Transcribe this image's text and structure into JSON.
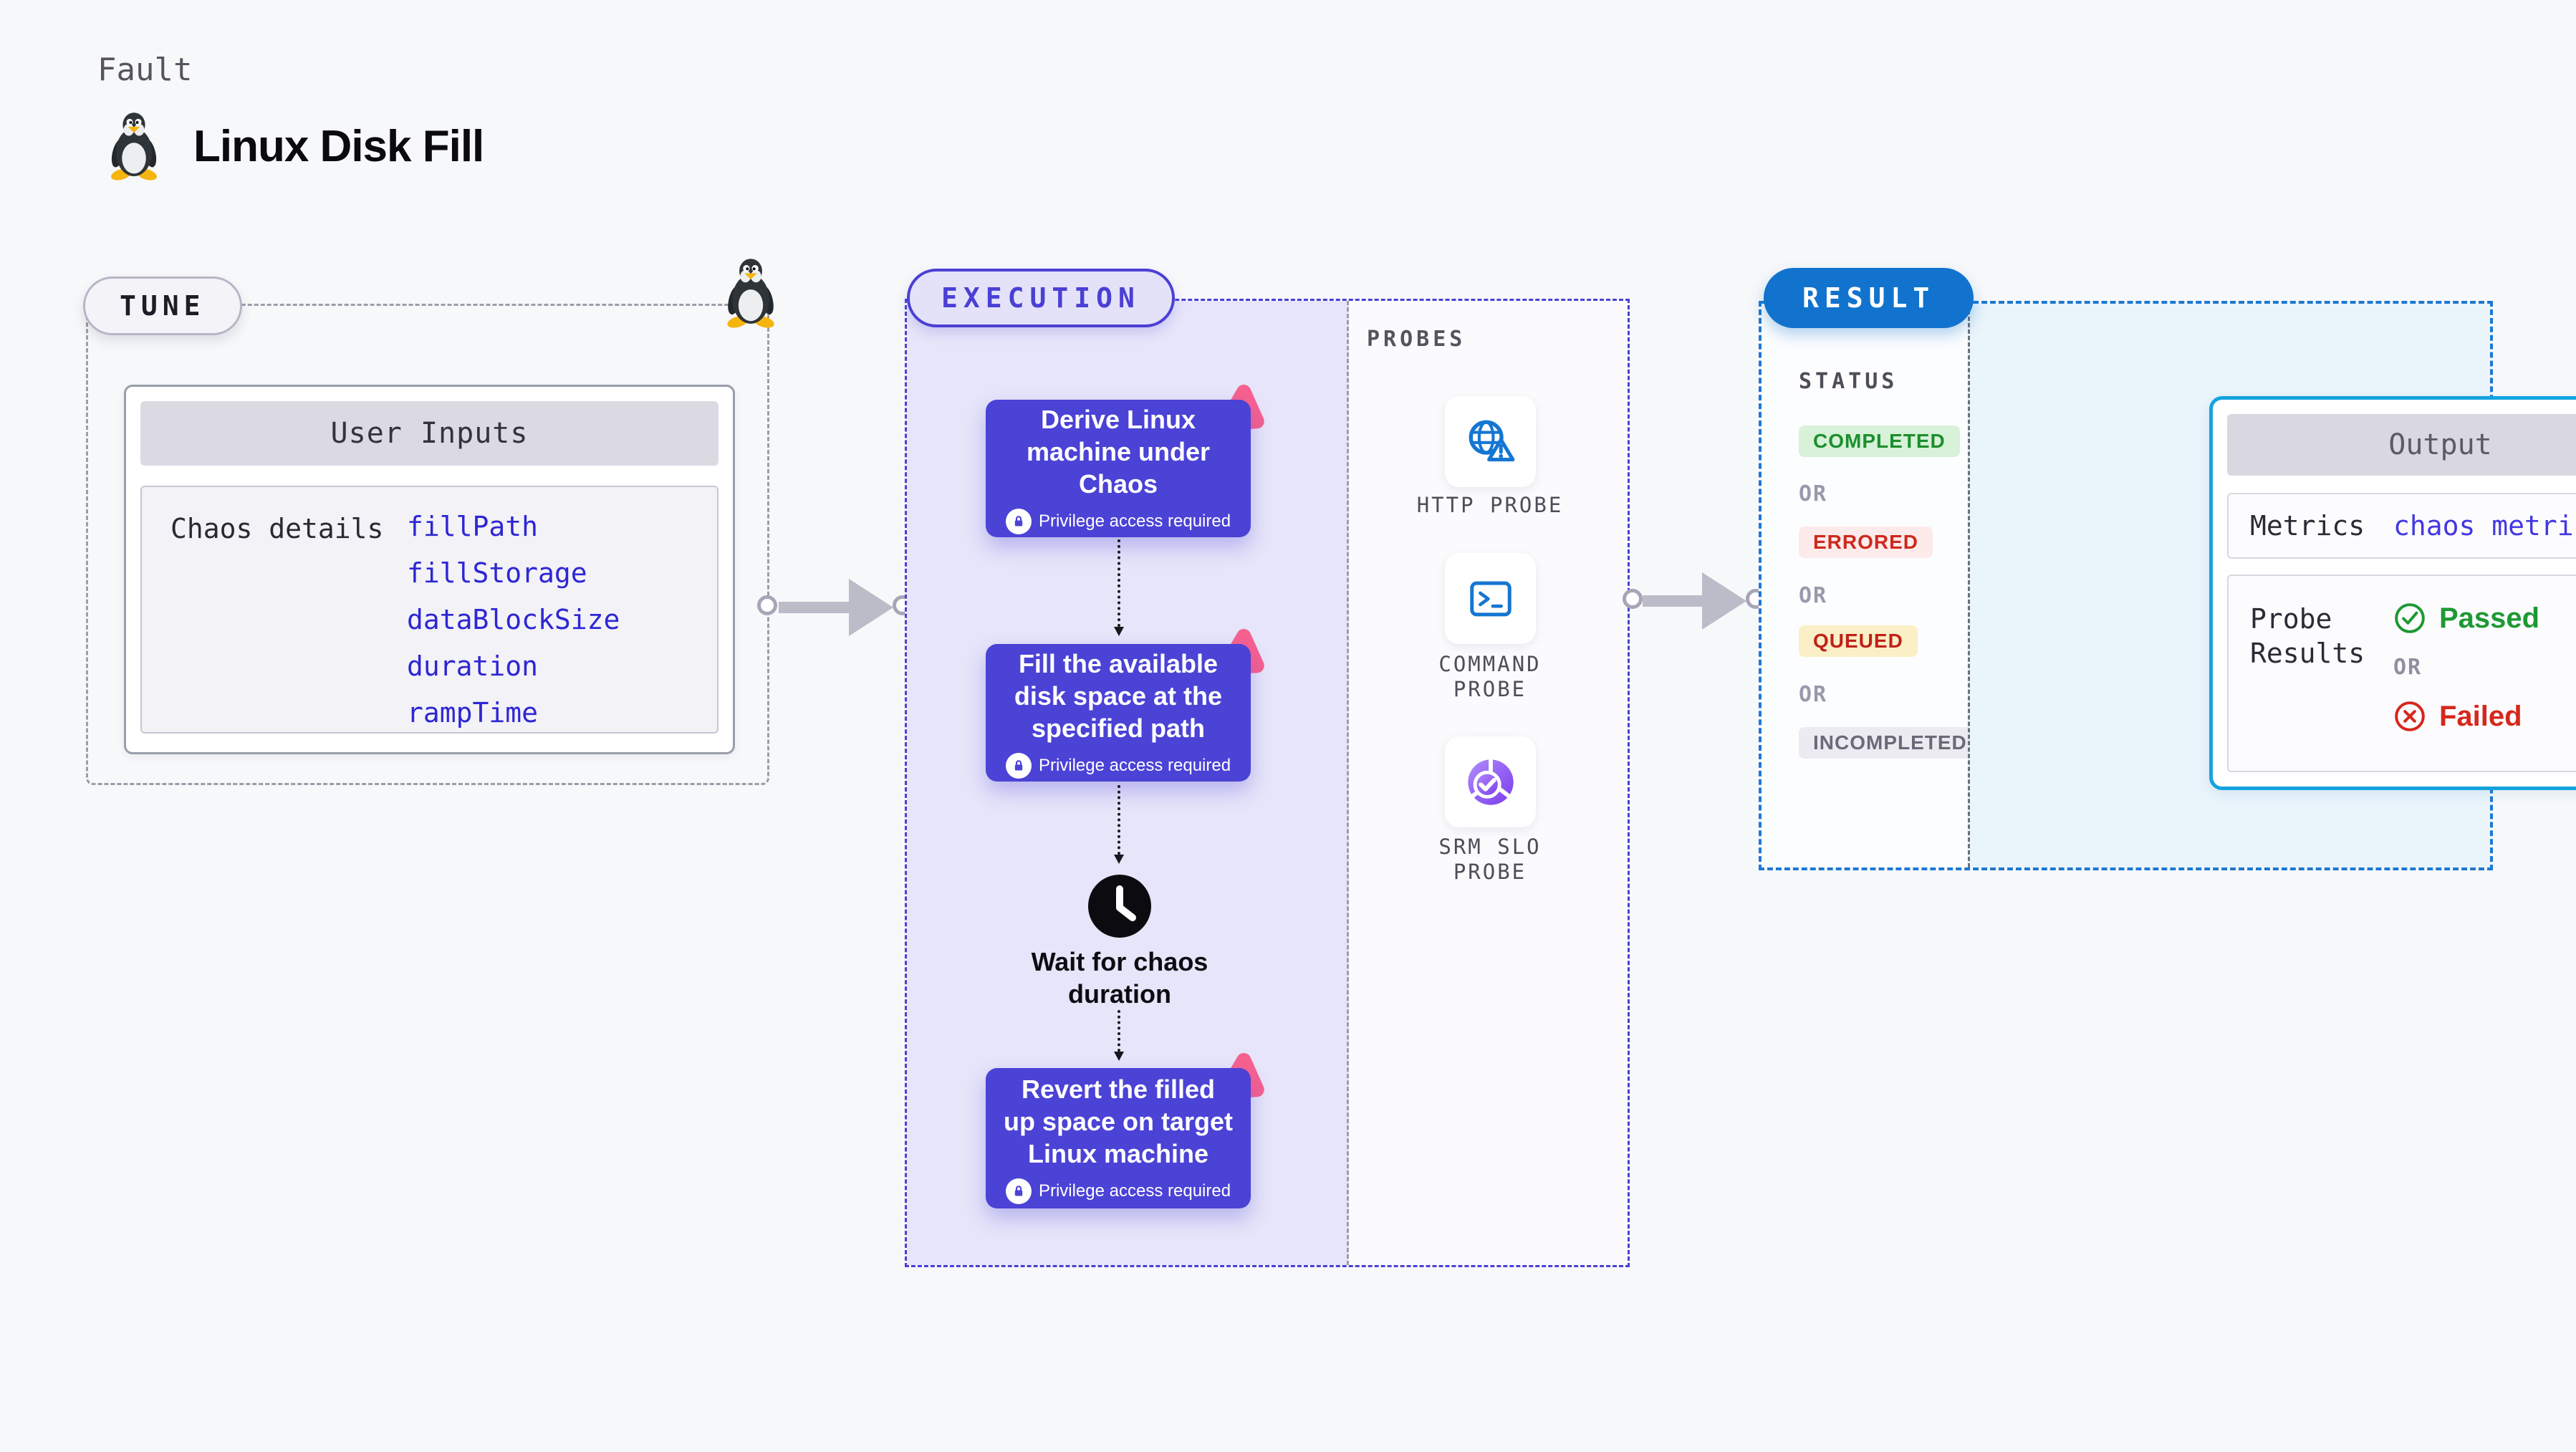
{
  "header": {
    "fault_label": "Fault",
    "title": "Linux Disk Fill"
  },
  "tune": {
    "label": "TUNE",
    "card_title": "User Inputs",
    "row_label": "Chaos details",
    "inputs": [
      "fillPath",
      "fillStorage",
      "dataBlockSize",
      "duration",
      "rampTime"
    ]
  },
  "execution": {
    "label": "EXECUTION",
    "steps": [
      {
        "text": "Derive Linux machine under Chaos",
        "badge": "Privilege access required"
      },
      {
        "text": "Fill the available disk space at the specified path",
        "badge": "Privilege access required"
      },
      {
        "text": "Revert the filled up space on target Linux machine",
        "badge": "Privilege access required"
      }
    ],
    "wait_label": "Wait for chaos duration"
  },
  "probes": {
    "label": "PROBES",
    "items": [
      {
        "name": "HTTP PROBE",
        "icon": "globe-alert-icon"
      },
      {
        "name": "COMMAND PROBE",
        "icon": "terminal-icon"
      },
      {
        "name": "SRM SLO PROBE",
        "icon": "slo-donut-icon"
      }
    ]
  },
  "result": {
    "label": "RESULT",
    "status_heading": "STATUS",
    "or_label": "OR",
    "statuses": [
      {
        "label": "COMPLETED",
        "bg": "#d7f2d9",
        "color": "#1c8f2d"
      },
      {
        "label": "ERRORED",
        "bg": "#fcebea",
        "color": "#cf281e"
      },
      {
        "label": "QUEUED",
        "bg": "#faefc6",
        "color": "#c02118"
      },
      {
        "label": "INCOMPLETED",
        "bg": "#ebebf1",
        "color": "#6b6a78"
      }
    ],
    "output": {
      "title": "Output",
      "metrics_label": "Metrics",
      "metrics_value": "chaos metrics",
      "probe_results_label": "Probe Results",
      "passed_label": "Passed",
      "or_label": "OR",
      "failed_label": "Failed"
    }
  },
  "colors": {
    "indigo_accent": "#4a40d4",
    "step_purple": "#4b42d6",
    "execution_fill": "#e6e5f9",
    "result_blue": "#1173cd",
    "output_border_cyan": "#14a3df",
    "result_fill": "#e9f4fb",
    "litmus_pink": "#f7618f",
    "probe_icon_blue": "#1576d2",
    "passed_green": "#1d9934",
    "failed_red": "#d6271c"
  }
}
